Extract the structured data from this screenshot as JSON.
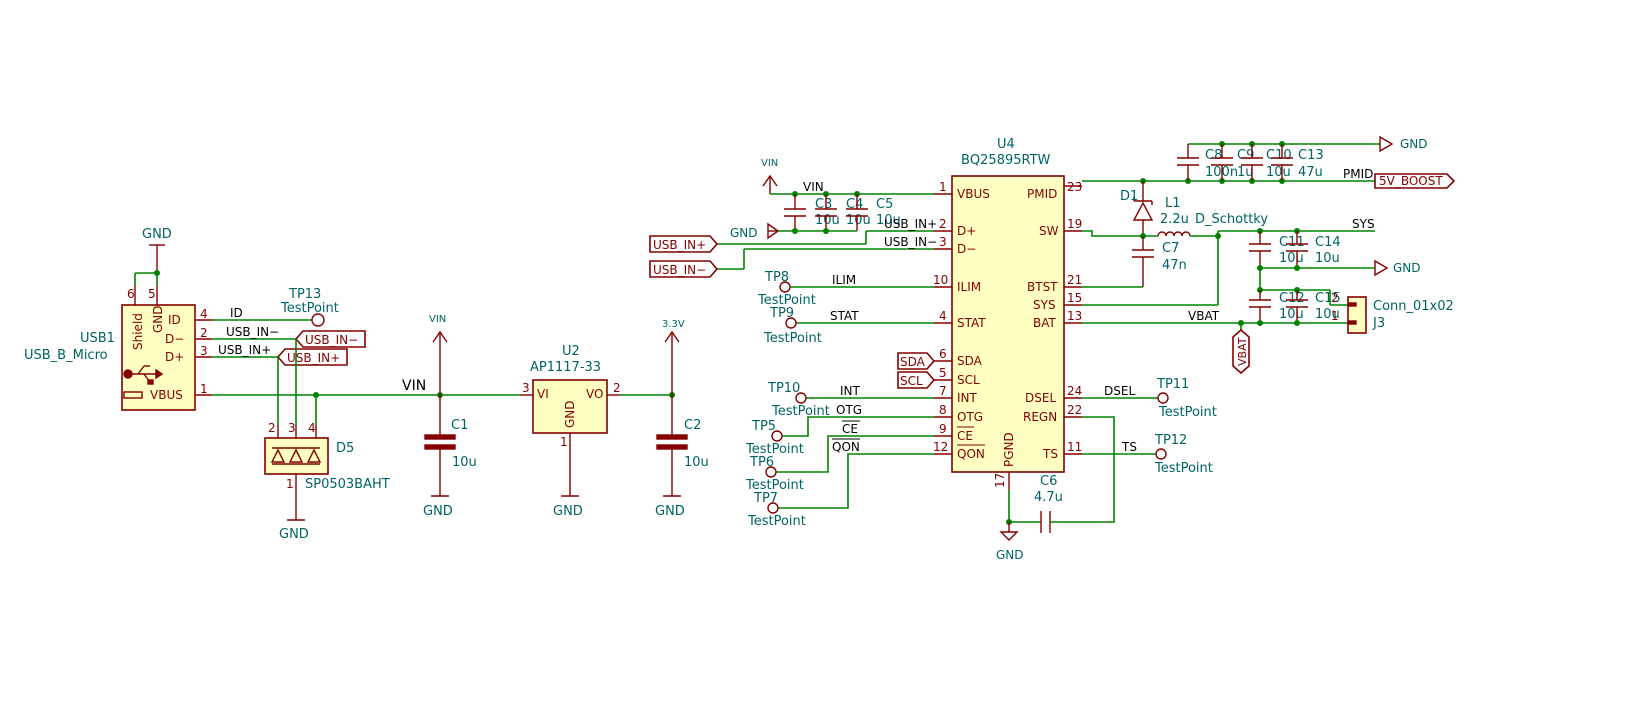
{
  "schematic": {
    "usb1": {
      "ref": "USB1",
      "value": "USB_B_Micro",
      "pins": {
        "shield": "Shield",
        "gnd": "GND",
        "id": "ID",
        "dm": "D−",
        "dp": "D+",
        "vbus": "VBUS"
      },
      "pin_numbers": {
        "shield": "6",
        "gnd": "5",
        "id": "4",
        "dm": "2",
        "dp": "3",
        "vbus": "1"
      }
    },
    "d5": {
      "ref": "D5",
      "value": "SP0503BAHT",
      "pin_numbers": {
        "p2": "2",
        "p3": "3",
        "p4": "4",
        "p1": "1"
      }
    },
    "u2": {
      "ref": "U2",
      "value": "AP1117-33",
      "pins": {
        "vi": "VI",
        "vo": "VO",
        "gnd": "GND"
      },
      "pin_numbers": {
        "vi": "3",
        "vo": "2",
        "gnd": "1"
      }
    },
    "c1": {
      "ref": "C1",
      "value": "10u"
    },
    "c2": {
      "ref": "C2",
      "value": "10u"
    },
    "u4": {
      "ref": "U4",
      "value": "BQ25895RTW",
      "left_pins": [
        {
          "name": "VBUS",
          "num": "1"
        },
        {
          "name": "D+",
          "num": "2"
        },
        {
          "name": "D−",
          "num": "3"
        },
        {
          "name": "ILIM",
          "num": "10"
        },
        {
          "name": "STAT",
          "num": "4"
        },
        {
          "name": "SDA",
          "num": "6"
        },
        {
          "name": "SCL",
          "num": "5"
        },
        {
          "name": "INT",
          "num": "7"
        },
        {
          "name": "OTG",
          "num": "8"
        },
        {
          "name": "CE",
          "num": "9"
        },
        {
          "name": "QON",
          "num": "12"
        }
      ],
      "right_pins": [
        {
          "name": "PMID",
          "num": "23"
        },
        {
          "name": "SW",
          "num": "19"
        },
        {
          "name": "BTST",
          "num": "21"
        },
        {
          "name": "SYS",
          "num": "15"
        },
        {
          "name": "BAT",
          "num": "13"
        },
        {
          "name": "DSEL",
          "num": "24"
        },
        {
          "name": "REGN",
          "num": "22"
        },
        {
          "name": "TS",
          "num": "11"
        }
      ],
      "bottom_pin": {
        "name": "PGND",
        "num": "17"
      }
    },
    "passives": {
      "c3": {
        "ref": "C3",
        "value": "10u"
      },
      "c4": {
        "ref": "C4",
        "value": "10u"
      },
      "c5": {
        "ref": "C5",
        "value": "10u"
      },
      "c6": {
        "ref": "C6",
        "value": "4.7u"
      },
      "c7": {
        "ref": "C7",
        "value": "47n"
      },
      "c8": {
        "ref": "C8",
        "value": "100n"
      },
      "c9": {
        "ref": "C9",
        "value": "1u"
      },
      "c10": {
        "ref": "C10",
        "value": "10u"
      },
      "c13": {
        "ref": "C13",
        "value": "47u"
      },
      "c11": {
        "ref": "C11",
        "value": "10u"
      },
      "c14": {
        "ref": "C14",
        "value": "10u"
      },
      "c12": {
        "ref": "C12",
        "value": "10u"
      },
      "c15": {
        "ref": "C15",
        "value": "10u"
      },
      "l1": {
        "ref": "L1",
        "value": "2.2u"
      },
      "d1": {
        "ref": "D1",
        "value": "D_Schottky"
      }
    },
    "j3": {
      "ref": "J3",
      "value": "Conn_01x02",
      "pin_numbers": {
        "p1": "1",
        "p2": "2"
      }
    },
    "testpoints": {
      "tp13": {
        "ref": "TP13",
        "value": "TestPoint"
      },
      "tp8": {
        "ref": "TP8",
        "value": "TestPoint"
      },
      "tp9": {
        "ref": "TP9",
        "value": "TestPoint"
      },
      "tp10": {
        "ref": "TP10",
        "value": "TestPoint"
      },
      "tp5": {
        "ref": "TP5",
        "value": "TestPoint"
      },
      "tp6": {
        "ref": "TP6",
        "value": "TestPoint"
      },
      "tp7": {
        "ref": "TP7",
        "value": "TestPoint"
      },
      "tp11": {
        "ref": "TP11",
        "value": "TestPoint"
      },
      "tp12": {
        "ref": "TP12",
        "value": "TestPoint"
      }
    },
    "power": {
      "gnd": "GND",
      "vin": "VIN",
      "v33": "3.3V"
    },
    "nets": {
      "id": "ID",
      "usb_in_m": "USB_IN−",
      "usb_in_p": "USB_IN+",
      "vin": "VIN",
      "ilim": "ILIM",
      "stat": "STAT",
      "int": "INT",
      "otg": "OTG",
      "ce": "CE",
      "qon": "QON",
      "dsel": "DSEL",
      "ts": "TS",
      "sys": "SYS",
      "vbat": "VBAT",
      "pmid": "PMID"
    },
    "global_labels": {
      "usb_in_m": "USB_IN−",
      "usb_in_p": "USB_IN+",
      "sda": "SDA",
      "scl": "SCL",
      "five_v_boost": "5V_BOOST",
      "vbat": "VBAT"
    }
  }
}
